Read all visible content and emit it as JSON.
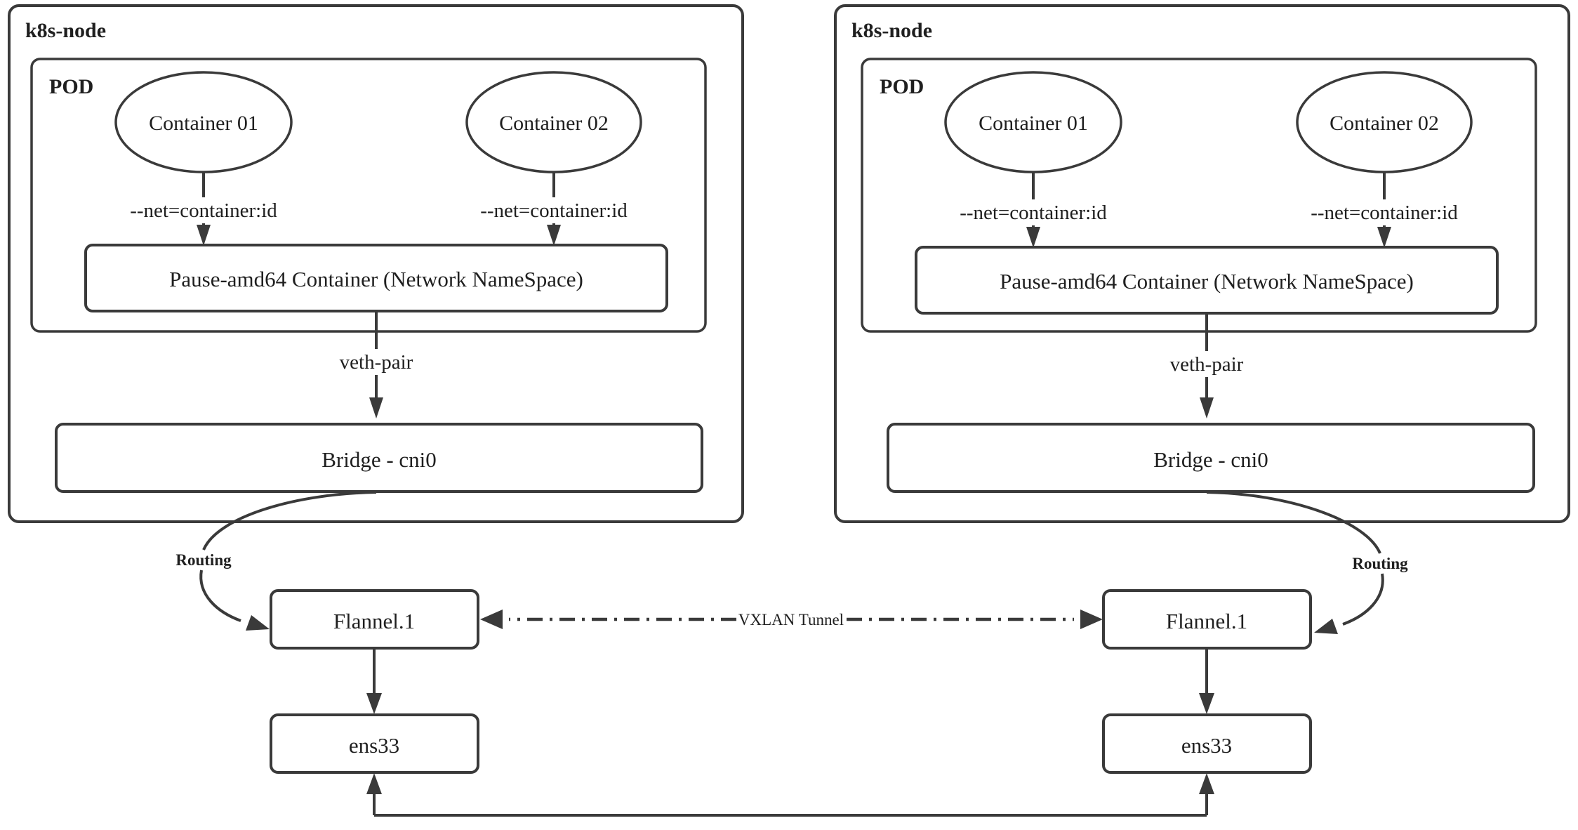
{
  "diagram": {
    "title_left": "k8s-node",
    "title_right": "k8s-node",
    "colors": {
      "stroke": "#3a3a3a",
      "text": "#1f1f1f",
      "background": "#ffffff"
    },
    "nodes": [
      {
        "id": "node-left",
        "title": "k8s-node",
        "pod": {
          "title": "POD",
          "containers": [
            {
              "label": "Container 01",
              "edge_label": "--net=container:id"
            },
            {
              "label": "Container 02",
              "edge_label": "--net=container:id"
            }
          ],
          "pause": "Pause-amd64 Container (Network NameSpace)"
        },
        "veth_label": "veth-pair",
        "bridge": "Bridge - cni0",
        "routing_label": "Routing",
        "flannel": "Flannel.1",
        "nic": "ens33"
      },
      {
        "id": "node-right",
        "title": "k8s-node",
        "pod": {
          "title": "POD",
          "containers": [
            {
              "label": "Container 01",
              "edge_label": "--net=container:id"
            },
            {
              "label": "Container 02",
              "edge_label": "--net=container:id"
            }
          ],
          "pause": "Pause-amd64 Container (Network NameSpace)"
        },
        "veth_label": "veth-pair",
        "bridge": "Bridge - cni0",
        "routing_label": "Routing",
        "flannel": "Flannel.1",
        "nic": "ens33"
      }
    ],
    "tunnel_label": "VXLAN Tunnel"
  }
}
